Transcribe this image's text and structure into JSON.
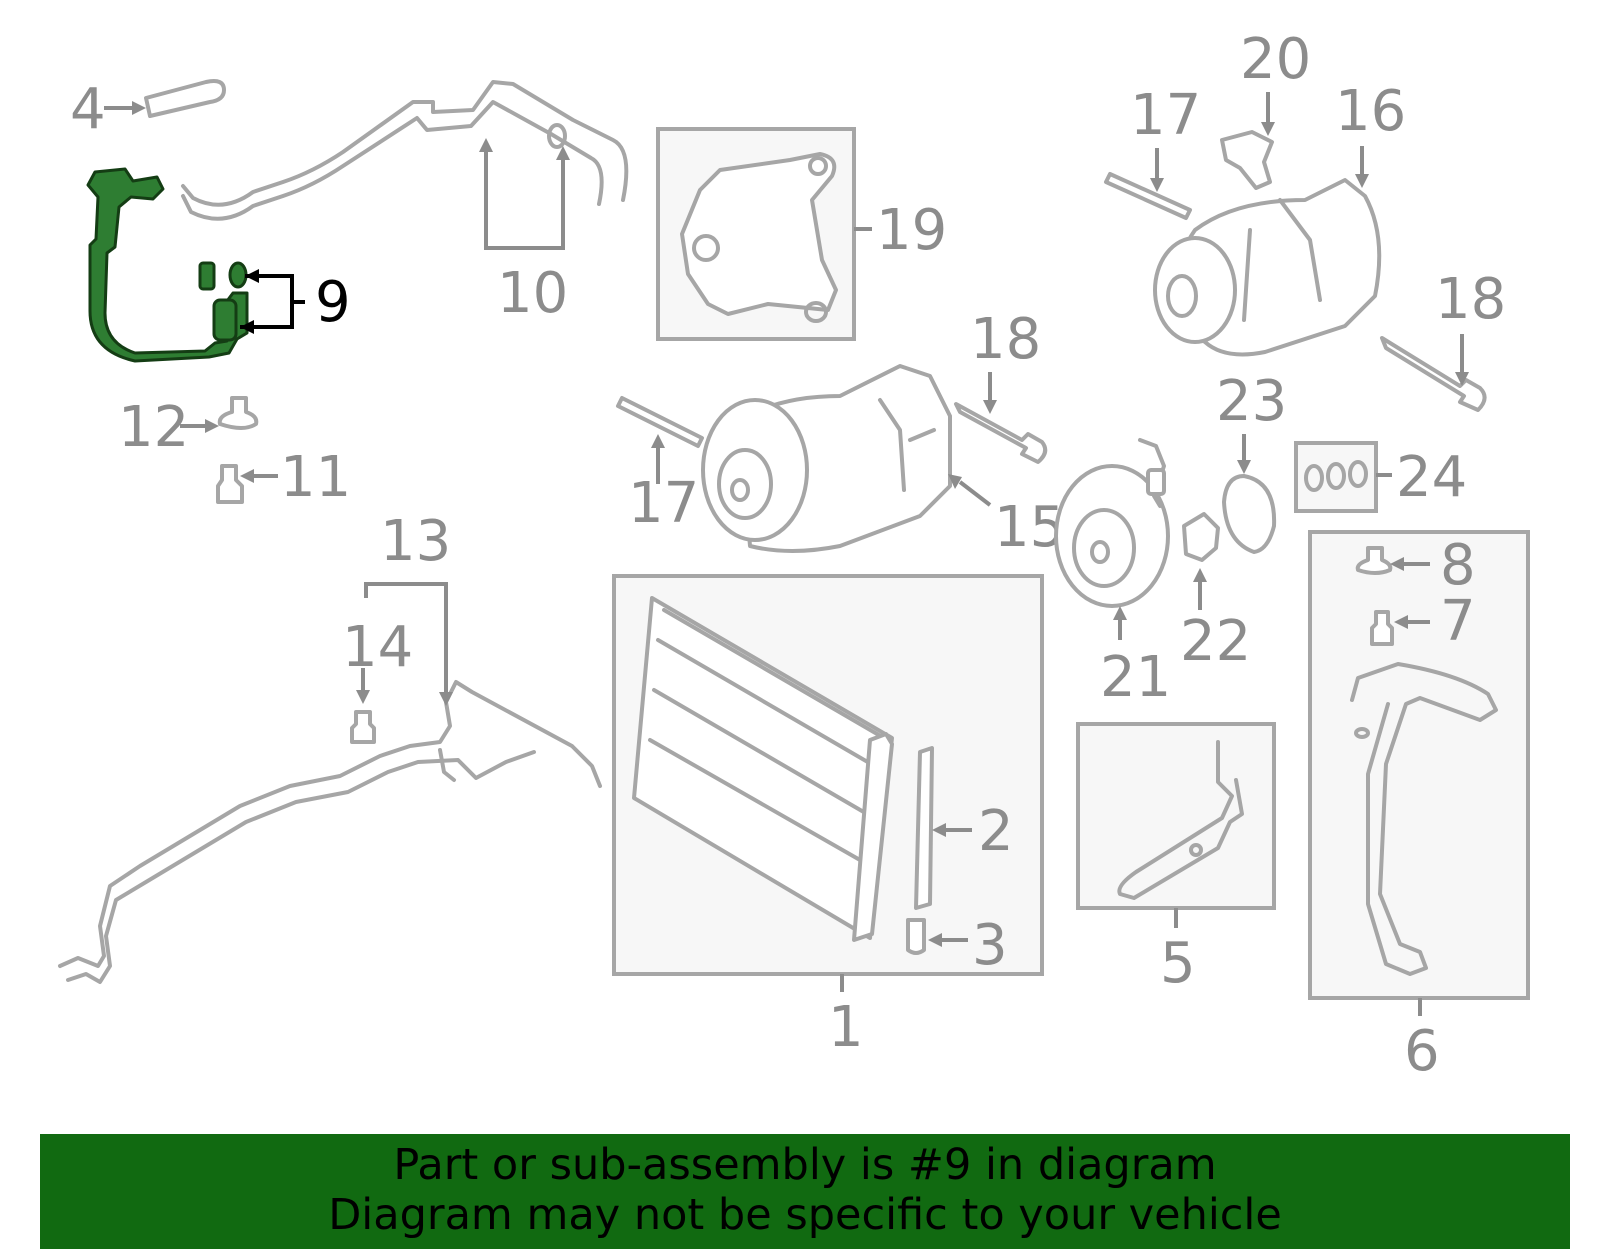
{
  "callouts": {
    "c1": "1",
    "c2": "2",
    "c3": "3",
    "c4": "4",
    "c5": "5",
    "c6": "6",
    "c7": "7",
    "c8": "8",
    "c9": "9",
    "c10": "10",
    "c11": "11",
    "c12": "12",
    "c13": "13",
    "c14": "14",
    "c15": "15",
    "c16": "16",
    "c17a": "17",
    "c17b": "17",
    "c18a": "18",
    "c18b": "18",
    "c19": "19",
    "c20": "20",
    "c21": "21",
    "c22": "22",
    "c23": "23",
    "c24": "24"
  },
  "highlighted_part": "9",
  "colors": {
    "highlight": "#2e7d32",
    "banner": "#116a11",
    "part_lines": "#a6a6a6",
    "callout_text": "#8c8c8c"
  },
  "banner": {
    "line1": "Part or sub-assembly is #9 in diagram",
    "line2": "Diagram may not be specific to your vehicle"
  }
}
